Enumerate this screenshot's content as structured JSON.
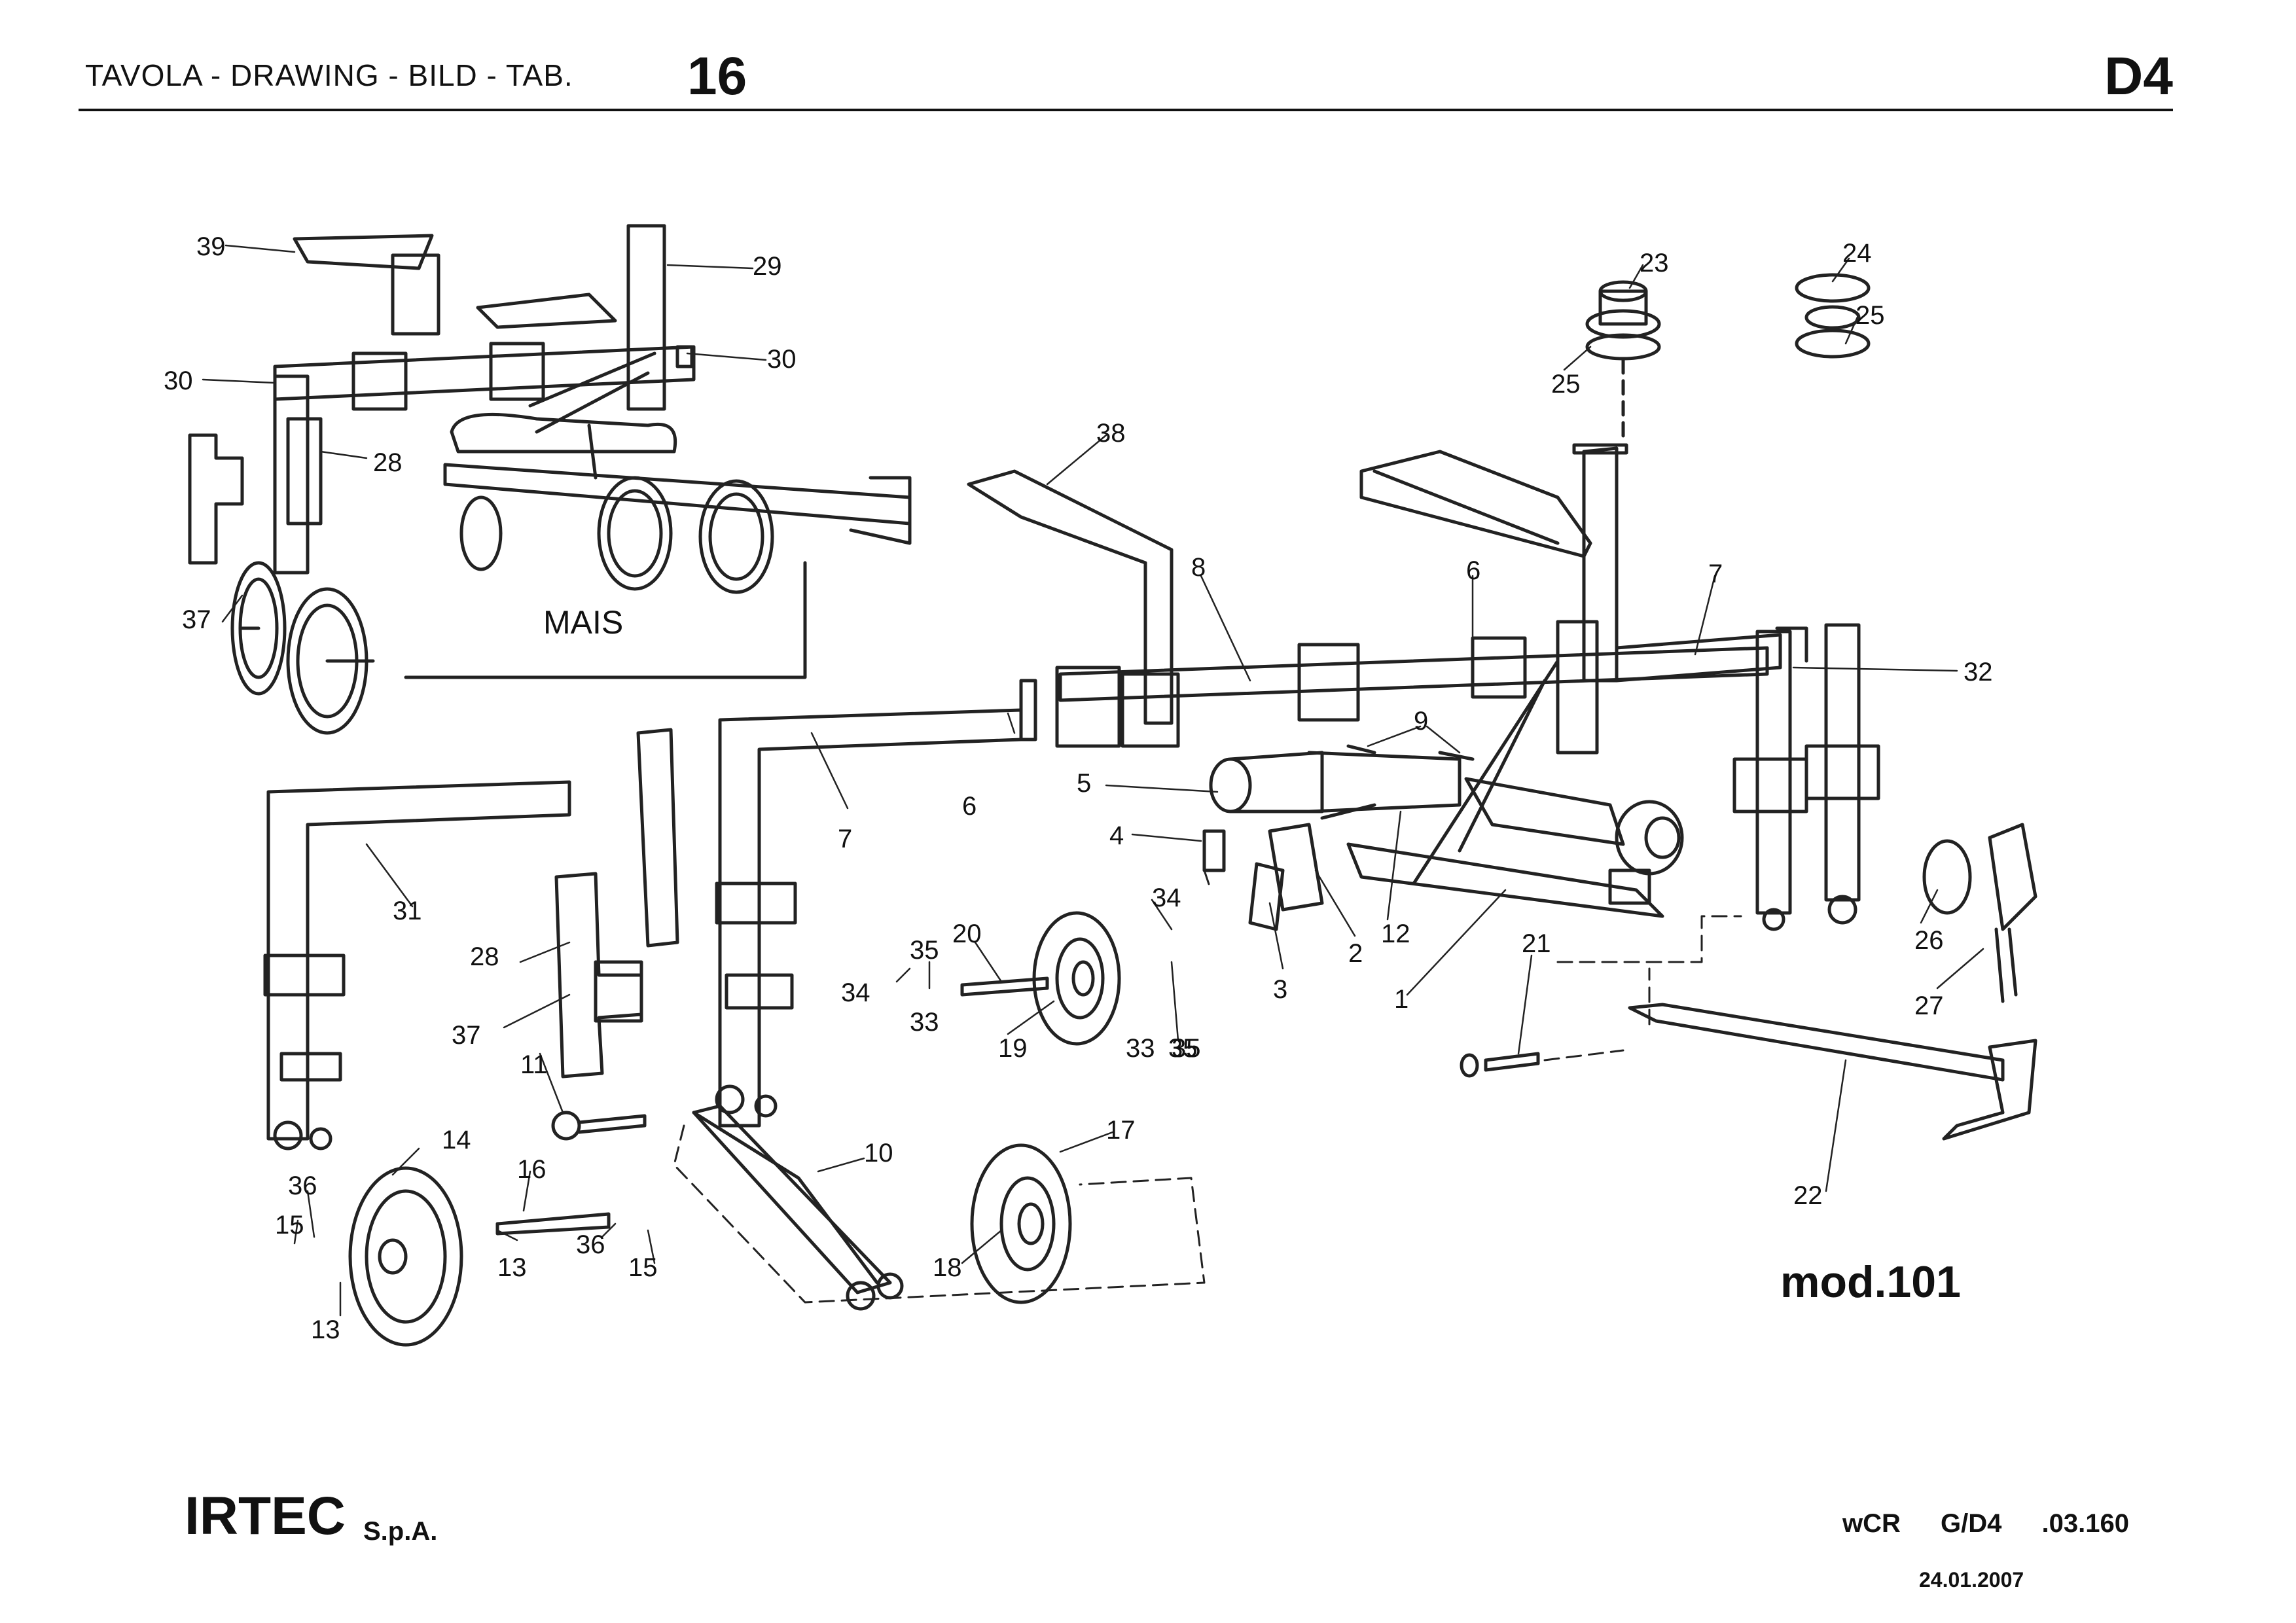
{
  "header": {
    "title": "TAVOLA - DRAWING - BILD - TAB.",
    "table_number": "16",
    "code": "D4"
  },
  "inset_label": "MAIS",
  "model_label": "mod.101",
  "footer": {
    "brand": "IRTEC",
    "brand_suffix": "S.p.A.",
    "code_parts": [
      "wCR",
      "G/D4",
      ".03.160"
    ],
    "date": "24.01.2007"
  },
  "callouts": [
    "39",
    "29",
    "30",
    "30",
    "28",
    "37",
    "23",
    "24",
    "25",
    "25",
    "38",
    "8",
    "6",
    "7",
    "32",
    "9",
    "5",
    "6",
    "7",
    "4",
    "12",
    "2",
    "3",
    "1",
    "31",
    "28",
    "37",
    "34",
    "35",
    "20",
    "34",
    "35",
    "33",
    "19",
    "33",
    "35",
    "21",
    "26",
    "27",
    "11",
    "14",
    "16",
    "10",
    "17",
    "36",
    "15",
    "13",
    "36",
    "15",
    "13",
    "18",
    "22"
  ]
}
